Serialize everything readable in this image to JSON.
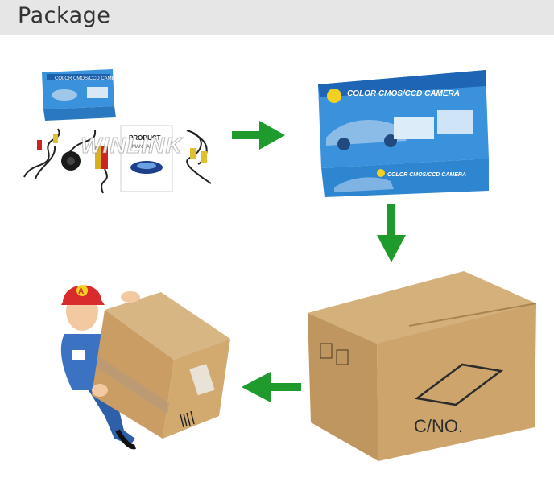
{
  "header": {
    "title": "Package"
  },
  "watermark": "WINLINK",
  "kit": {
    "box_print": "COLOR CMOS/CCD CAMERA",
    "manual_line1": "PRODUCT",
    "manual_line2": "MANUAL"
  },
  "retail_box": {
    "front_print": "COLOR CMOS/CCD CAMERA",
    "side_print": "COLOR CMOS/CCD CAMERA"
  },
  "carton": {
    "marking": "C/NO."
  },
  "courier": {
    "cap_letter": "A"
  },
  "colors": {
    "arrow": "#1f9a2c",
    "header_bg": "#e6e6e6",
    "box_blue": "#2f8ad8",
    "cardboard": "#c9a46e"
  }
}
